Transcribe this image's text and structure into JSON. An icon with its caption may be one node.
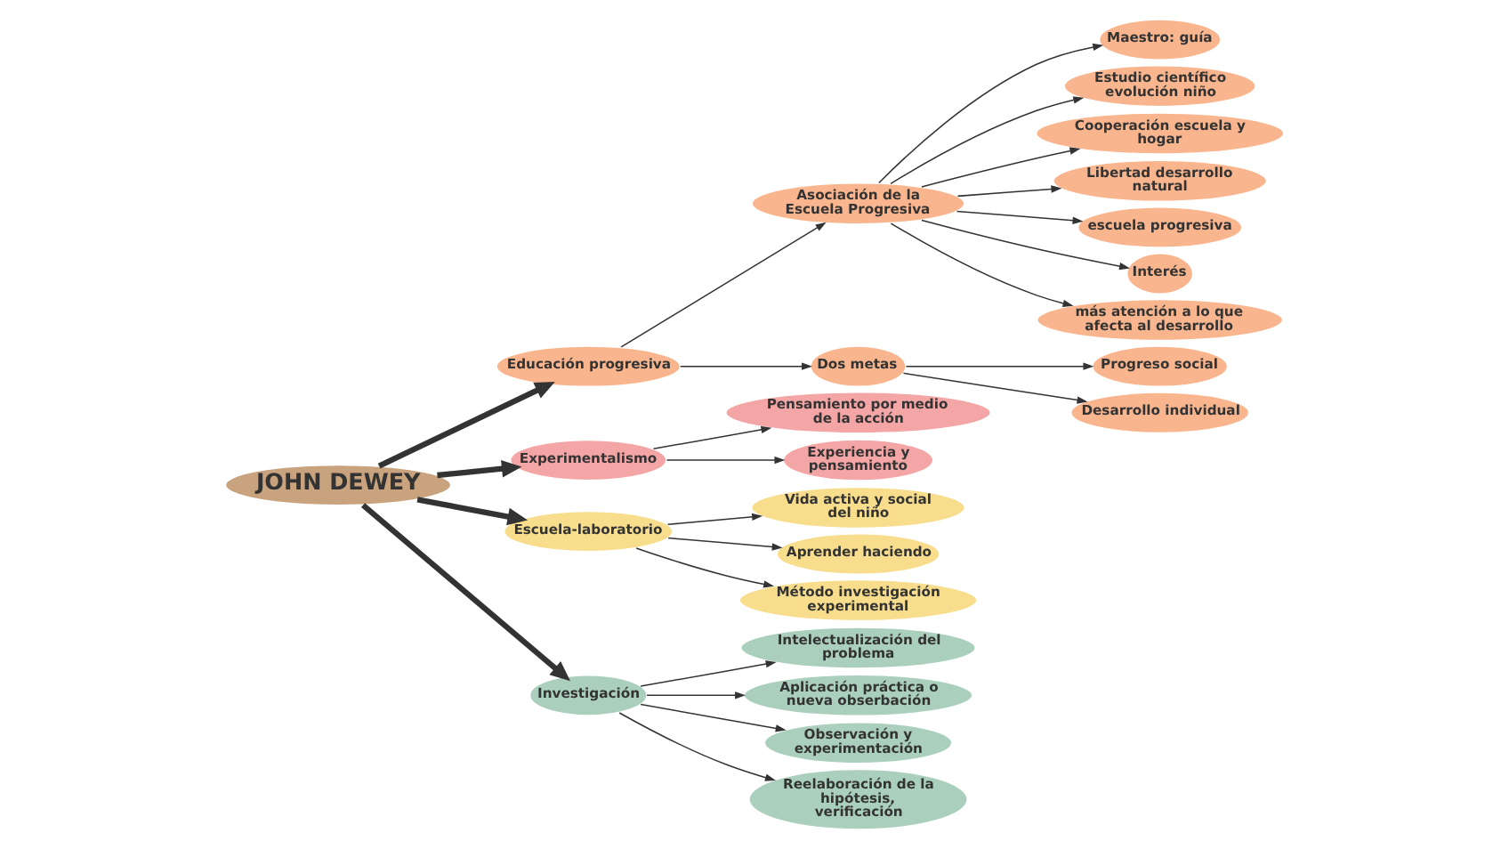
{
  "diagram": {
    "nodes": [
      {
        "text": [
          "JOHN DEWEY"
        ]
      },
      {
        "text": [
          "Educación progresiva"
        ]
      },
      {
        "text": [
          "Asociación de la Escuela Progresiva"
        ]
      },
      {
        "text": [
          "Maestro: guía"
        ]
      },
      {
        "text": [
          "Estudio científico evolución niño"
        ]
      },
      {
        "text": [
          "Cooperación escuela y hogar"
        ]
      },
      {
        "text": [
          "Libertad desarrollo natural"
        ]
      },
      {
        "text": [
          "escuela progresiva"
        ]
      },
      {
        "text": [
          "Interés"
        ]
      },
      {
        "text": [
          "más atención a lo que afecta al desarrollo"
        ]
      },
      {
        "text": [
          "Dos metas"
        ]
      },
      {
        "text": [
          "Progreso social"
        ]
      },
      {
        "text": [
          "Desarrollo individual"
        ]
      },
      {
        "text": [
          "Experimentalismo"
        ]
      },
      {
        "text": [
          "Pensamiento por medio de la acción"
        ]
      },
      {
        "text": [
          "Experiencia y pensamiento"
        ]
      },
      {
        "text": [
          "Escuela-laboratorio"
        ]
      },
      {
        "text": [
          "Vida activa y social del niño"
        ]
      },
      {
        "text": [
          "Aprender haciendo"
        ]
      },
      {
        "text": [
          "Método investigación experimental"
        ]
      },
      {
        "text": [
          "Investigación"
        ]
      },
      {
        "text": [
          "Intelectualización del problema"
        ]
      },
      {
        "text": [
          "Aplicación práctica o nueva obserbación"
        ]
      },
      {
        "text": [
          "Observación y experimentación"
        ]
      },
      {
        "text": [
          "Reelaboración de la hipótesis, verificación"
        ]
      }
    ],
    "edges": [
      {
        "from": 0,
        "to": 1,
        "arrow": "to",
        "style": "thick"
      },
      {
        "from": 1,
        "to": 2,
        "arrow": "to"
      },
      {
        "from": 2,
        "to": 3,
        "arrow": "to"
      },
      {
        "from": 2,
        "to": 4,
        "arrow": "to"
      },
      {
        "from": 2,
        "to": 5,
        "arrow": "to"
      },
      {
        "from": 2,
        "to": 6,
        "arrow": "to"
      },
      {
        "from": 2,
        "to": 7,
        "arrow": "to"
      },
      {
        "from": 2,
        "to": 8,
        "arrow": "to"
      },
      {
        "from": 2,
        "to": 9,
        "arrow": "to"
      },
      {
        "from": 1,
        "to": 10,
        "arrow": "to"
      },
      {
        "from": 10,
        "to": 11,
        "arrow": "to"
      },
      {
        "from": 10,
        "to": 12,
        "arrow": "to"
      },
      {
        "from": 0,
        "to": 13,
        "arrow": "to",
        "style": "thick"
      },
      {
        "from": 13,
        "to": 14,
        "arrow": "to"
      },
      {
        "from": 13,
        "to": 15,
        "arrow": "to"
      },
      {
        "from": 0,
        "to": 16,
        "arrow": "to",
        "style": "thick"
      },
      {
        "from": 16,
        "to": 17,
        "arrow": "to"
      },
      {
        "from": 16,
        "to": 18,
        "arrow": "to"
      },
      {
        "from": 16,
        "to": 19,
        "arrow": "to"
      },
      {
        "from": 0,
        "to": 20,
        "arrow": "to",
        "style": "thick"
      },
      {
        "from": 20,
        "to": 21,
        "arrow": "to"
      },
      {
        "from": 20,
        "to": 22,
        "arrow": "to"
      },
      {
        "from": 20,
        "to": 23,
        "arrow": "to"
      },
      {
        "from": 20,
        "to": 24,
        "arrow": "to"
      }
    ]
  }
}
